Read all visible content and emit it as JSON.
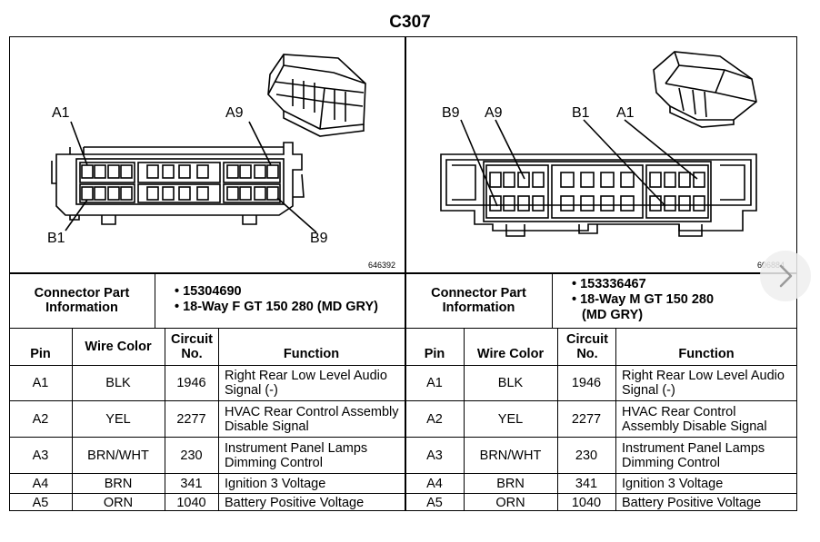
{
  "title": "C307",
  "left_diagram": {
    "labels": {
      "top_left": "A1",
      "top_right": "A9",
      "bottom_left": "B1",
      "bottom_right": "B9"
    },
    "ref": "646392"
  },
  "right_diagram": {
    "labels": {
      "b9": "B9",
      "a9": "A9",
      "b1": "B1",
      "a1": "A1"
    },
    "ref": "606884"
  },
  "left_info": {
    "label": "Connector Part Information",
    "items": [
      "• 15304690",
      "• 18-Way F GT 150 280 (MD GRY)"
    ]
  },
  "right_info": {
    "label": "Connector Part Information",
    "items": [
      "• 153336467",
      "• 18-Way M GT 150 280",
      "(MD GRY)"
    ]
  },
  "headers": {
    "left": {
      "pin": "Pin",
      "wire": "Wire Color",
      "circuit": "Circuit No.",
      "function": "Function"
    },
    "right": {
      "pin": "Pin",
      "wire": "Wire Color",
      "circuit": "Circuit No.",
      "function": "Function"
    }
  },
  "rows": [
    {
      "pin": "A1",
      "wire": "BLK",
      "circuit": "1946",
      "function_left": "Right Rear Low Level Audio Signal (-)",
      "function_right": "Right Rear Low Level Audio Signal (-)"
    },
    {
      "pin": "A2",
      "wire": "YEL",
      "circuit": "2277",
      "function_left": "HVAC Rear Control Assembly Disable Signal",
      "function_right": "HVAC Rear Control Assembly Disable Signal"
    },
    {
      "pin": "A3",
      "wire": "BRN/WHT",
      "circuit": "230",
      "function_left": "Instrument Panel Lamps Dimming Control",
      "function_right": "Instrument Panel Lamps Dimming Control"
    },
    {
      "pin": "A4",
      "wire": "BRN",
      "circuit": "341",
      "function_left": "Ignition 3 Voltage",
      "function_right": "Ignition 3 Voltage"
    },
    {
      "pin": "A5",
      "wire": "ORN",
      "circuit": "1040",
      "function_left": "Battery Positive Voltage",
      "function_right": "Battery Positive Voltage"
    }
  ],
  "nav": {
    "icon": "chevron-right-icon"
  }
}
